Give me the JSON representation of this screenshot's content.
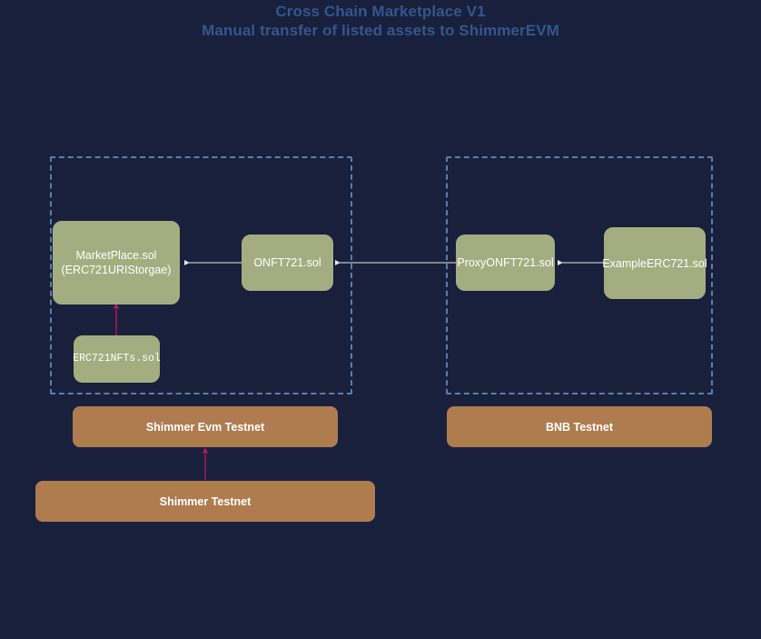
{
  "title": {
    "line1": "Cross Chain Marketplace V1",
    "line2": "Manual transfer of listed assets to ShimmerEVM",
    "color": "#33568c"
  },
  "colors": {
    "background": "#18203c",
    "zone_border": "#5b7fa8",
    "contract_fill": "#a4ad80",
    "chain_fill": "#ae7c4f",
    "contract_text": "#ffffff",
    "edge_light": "#e8e8ef",
    "edge_pink": "#c2185b"
  },
  "zones": [
    {
      "id": "shimmer-evm-zone",
      "name": "Shimmer EVM Testnet zone"
    },
    {
      "id": "bnb-zone",
      "name": "BNB Testnet zone"
    }
  ],
  "contracts": [
    {
      "id": "marketplace",
      "label": "MarketPlace.sol\n(ERC721URIStorgae)"
    },
    {
      "id": "erc721nfts",
      "label": "ERC721NFTs.sol"
    },
    {
      "id": "onft721",
      "label": "ONFT721.sol"
    },
    {
      "id": "proxyonft721",
      "label": "ProxyONFT721.sol"
    },
    {
      "id": "exampleerc721",
      "label": "ExampleERC721.sol"
    }
  ],
  "chains": [
    {
      "id": "shimmer-evm-testnet",
      "label": "Shimmer Evm Testnet"
    },
    {
      "id": "bnb-testnet",
      "label": "BNB Testnet"
    },
    {
      "id": "shimmer-testnet",
      "label": "Shimmer Testnet"
    }
  ],
  "chart_data": {
    "type": "diagram",
    "title": "Cross Chain Marketplace V1 — Manual transfer of listed assets to ShimmerEVM",
    "nodes": [
      {
        "id": "marketplace",
        "label": "MarketPlace.sol (ERC721URIStorgae)",
        "kind": "contract",
        "zone": "shimmer-evm-zone"
      },
      {
        "id": "erc721nfts",
        "label": "ERC721NFTs.sol",
        "kind": "contract",
        "zone": "shimmer-evm-zone"
      },
      {
        "id": "onft721",
        "label": "ONFT721.sol",
        "kind": "contract",
        "zone": "shimmer-evm-zone"
      },
      {
        "id": "proxyonft721",
        "label": "ProxyONFT721.sol",
        "kind": "contract",
        "zone": "bnb-zone"
      },
      {
        "id": "exampleerc721",
        "label": "ExampleERC721.sol",
        "kind": "contract",
        "zone": "bnb-zone"
      },
      {
        "id": "shimmer-evm-testnet",
        "label": "Shimmer Evm Testnet",
        "kind": "chain"
      },
      {
        "id": "bnb-testnet",
        "label": "BNB Testnet",
        "kind": "chain"
      },
      {
        "id": "shimmer-testnet",
        "label": "Shimmer Testnet",
        "kind": "chain"
      }
    ],
    "edges": [
      {
        "from": "onft721",
        "to": "marketplace",
        "style": "solid-light",
        "direction": "left"
      },
      {
        "from": "proxyonft721",
        "to": "onft721",
        "style": "solid-light",
        "direction": "left"
      },
      {
        "from": "exampleerc721",
        "to": "proxyonft721",
        "style": "solid-light",
        "direction": "left"
      },
      {
        "from": "erc721nfts",
        "to": "marketplace",
        "style": "solid-pink",
        "direction": "up"
      },
      {
        "from": "shimmer-testnet",
        "to": "shimmer-evm-testnet",
        "style": "solid-pink",
        "direction": "up"
      }
    ]
  }
}
